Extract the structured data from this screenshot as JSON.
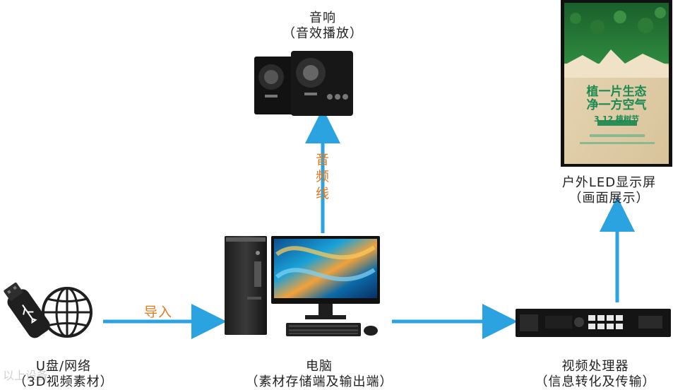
{
  "colors": {
    "arrow": "#2aa3e0",
    "edge_label": "#e07a1f",
    "text": "#222222",
    "poster_green": "#1c8a52"
  },
  "nodes": {
    "source": {
      "title": "U盘/网络",
      "subtitle": "（3D视频素材）",
      "icons": [
        "usb-drive-icon",
        "globe-icon"
      ]
    },
    "computer": {
      "title": "电脑",
      "subtitle": "（素材存储端及输出端）",
      "icons": [
        "desktop-tower-icon",
        "monitor-icon",
        "keyboard-icon",
        "mouse-icon"
      ]
    },
    "speaker": {
      "title": "音响",
      "subtitle": "（音效播放）",
      "icons": [
        "speaker-icon"
      ]
    },
    "processor": {
      "title": "视频处理器",
      "subtitle": "（信息转化及传输）",
      "icons": [
        "video-processor-icon"
      ]
    },
    "display": {
      "title": "户外LED显示屏",
      "subtitle": "（画面展示）",
      "poster": {
        "line1": "植一片生态",
        "line2": "净一方空气",
        "line3": "3.12 植树节"
      }
    }
  },
  "edges": {
    "import_label": "导入",
    "audio_label": [
      "音",
      "频",
      "线"
    ]
  },
  "watermark": "以上设备"
}
